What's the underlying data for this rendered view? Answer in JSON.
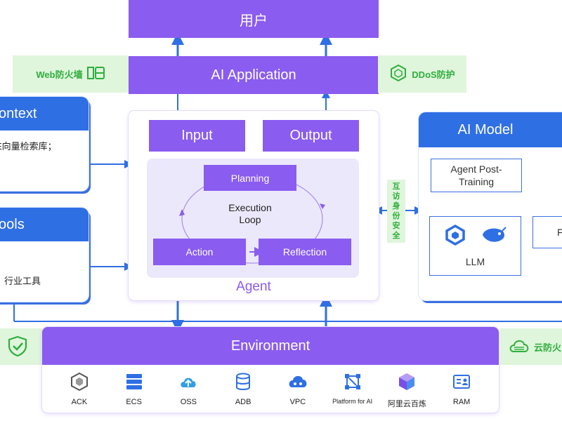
{
  "user": {
    "label": "用户"
  },
  "app": {
    "label": "AI Application"
  },
  "web_firewall": {
    "label": "Web防火墙"
  },
  "ddos": {
    "label": "DDoS防护"
  },
  "context": {
    "title": "ontext",
    "text": "E向量检索库；"
  },
  "tools": {
    "title": "ools",
    "text": "行业工具"
  },
  "agent": {
    "label": "Agent",
    "input": "Input",
    "output": "Output",
    "loop": {
      "planning": "Planning",
      "center": "Execution\nLoop",
      "action": "Action",
      "reflection": "Reflection"
    }
  },
  "mutual_access": {
    "label": "互\n访\n身\n份\n安\n全"
  },
  "model": {
    "title": "AI Model",
    "post_training": "Agent Post-\nTraining",
    "llm": "LLM",
    "right_cut": "F"
  },
  "environment": {
    "label": "Environment",
    "items": [
      {
        "label": "ACK",
        "icon": "ack-icon"
      },
      {
        "label": "ECS",
        "icon": "ecs-icon"
      },
      {
        "label": "OSS",
        "icon": "oss-icon"
      },
      {
        "label": "ADB",
        "icon": "adb-icon"
      },
      {
        "label": "VPC",
        "icon": "vpc-icon"
      },
      {
        "label": "Platform for AI",
        "icon": "pai-icon"
      },
      {
        "label": "阿里云百炼",
        "icon": "bailian-icon"
      },
      {
        "label": "RAM",
        "icon": "ram-icon"
      }
    ]
  },
  "cloud_firewall": {
    "label": "云防火"
  },
  "colors": {
    "purple": "#8a5cf0",
    "blue": "#2f6fe4",
    "green": "#2fae3d",
    "green_bg": "#dff5dc"
  }
}
